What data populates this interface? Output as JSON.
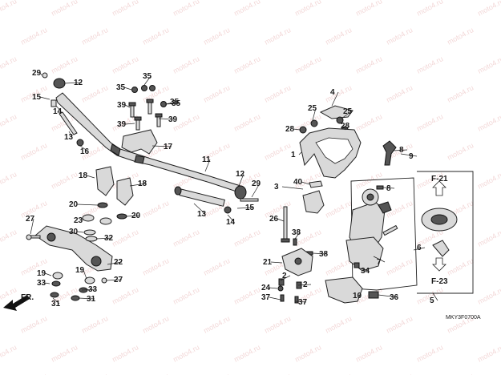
{
  "diagram": {
    "code": "MKY3F0700A",
    "front_label": "FR.",
    "watermark": "moto4.ru",
    "references": [
      "F-21",
      "F-23"
    ],
    "callouts": [
      "29",
      "12",
      "15",
      "14",
      "13",
      "16",
      "35",
      "35",
      "35",
      "39",
      "39",
      "39",
      "35",
      "17",
      "11",
      "18",
      "18",
      "20",
      "20",
      "23",
      "28",
      "27",
      "30",
      "32",
      "19",
      "22",
      "33",
      "31",
      "19",
      "33",
      "27",
      "31",
      "13",
      "14",
      "12",
      "15",
      "29",
      "4",
      "25",
      "25",
      "28",
      "28",
      "8",
      "9",
      "1",
      "2",
      "3",
      "40",
      "26",
      "38",
      "21",
      "38",
      "24",
      "2",
      "37",
      "37",
      "34",
      "7",
      "6",
      "10",
      "36",
      "5",
      "8"
    ]
  }
}
